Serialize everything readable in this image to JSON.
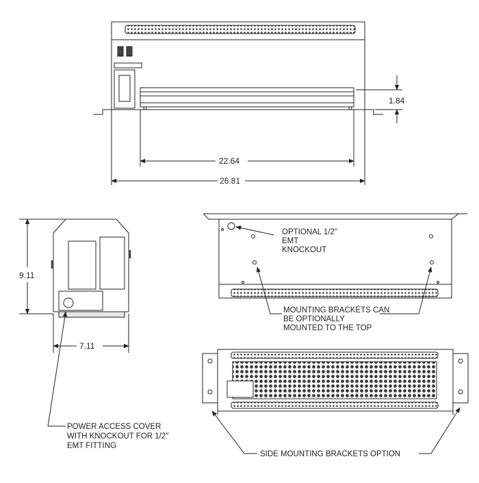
{
  "dimensions": {
    "height_small": "1.84",
    "inner_width": "22.64",
    "overall_width": "26.81",
    "side_height": "9.11",
    "side_depth": "7.11"
  },
  "notes": {
    "knockout": [
      "OPTIONAL 1/2\"",
      "EMT",
      "KNOCKOUT"
    ],
    "brackets_top": [
      "MOUNTING BRACKETS CAN",
      "BE OPTIONALLY",
      "MOUNTED TO THE TOP"
    ],
    "power_cover": [
      "POWER ACCESS COVER",
      "WITH KNOCKOUT FOR 1/2\"",
      "EMT FITTING"
    ],
    "side_brackets": "SIDE MOUNTING BRACKETS OPTION"
  },
  "colors": {
    "line": "#222222",
    "grille": "#3a3a3a",
    "background": "#ffffff"
  }
}
